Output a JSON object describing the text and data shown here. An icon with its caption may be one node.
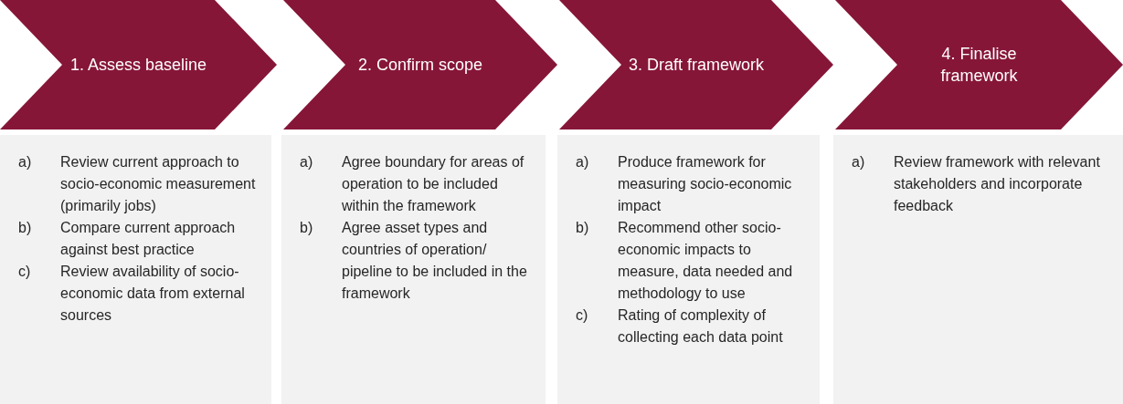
{
  "diagram": {
    "nodes": [
      {
        "text": [
          "1. Assess baseline"
        ]
      },
      {
        "text": [
          "2. Confirm scope"
        ]
      },
      {
        "text": [
          "3. Draft framework"
        ]
      },
      {
        "text": [
          "4. Finalise framework"
        ]
      },
      {
        "text": [
          "a)",
          "Review current approach to socio-economic measurement (primarily jobs)",
          "b)",
          "Compare current approach against best practice",
          "c)",
          "Review availability of socio-economic data from external sources"
        ]
      },
      {
        "text": [
          "a)",
          "Agree boundary for areas of operation to be included within the framework",
          "b)",
          "Agree asset types and countries of operation/ pipeline to be included in the framework"
        ]
      },
      {
        "text": [
          "a)",
          "Produce framework for measuring socio-economic impact",
          "b)",
          "Recommend other socio-economic impacts to measure, data needed and methodology to use",
          "c)",
          "Rating of complexity of collecting each data point"
        ]
      },
      {
        "text": [
          "a)",
          "Review framework with relevant stakeholders and incorporate feedback"
        ]
      }
    ],
    "edges": []
  }
}
